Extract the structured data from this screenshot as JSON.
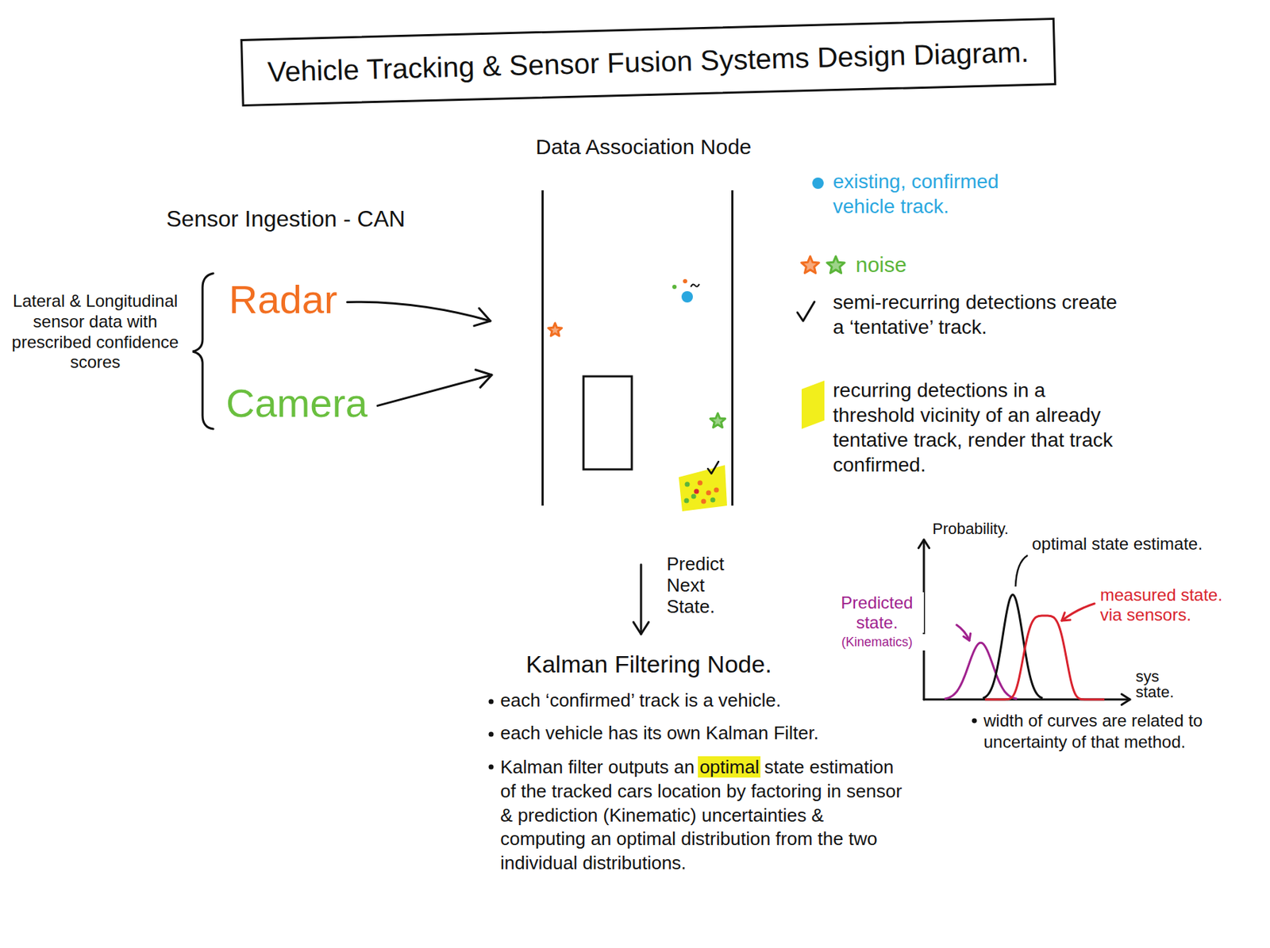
{
  "diagram": {
    "title": "Vehicle Tracking & Sensor Fusion Systems Design Diagram.",
    "nodes": [
      {
        "text": [
          "Data Association Node"
        ]
      }
    ],
    "labels": [
      "Sensor Ingestion - CAN",
      "Lateral & Longitudinal sensor data with prescribed confidence scores",
      "Radar",
      "Camera",
      "Predict Next State.",
      "Kalman Filtering Node.",
      "each ‘confirmed’ track is a vehicle.",
      "each vehicle has its own Kalman Filter.",
      "Kalman filter outputs an optimal state estimation of the tracked cars location by factoring in sensor & prediction (Kinematic) uncertainties & computing an optimal distribution from the two individual distributions.",
      "Probability.",
      "optimal state estimate.",
      "Predicted state.",
      "(Kinematics)",
      "measured state. via sensors.",
      "sys state.",
      "width of curves are related to uncertainty of that method."
    ],
    "legend": [
      {
        "text": "existing, confirmed vehicle track.",
        "color": "#2aa7df"
      },
      {
        "text": "noise"
      },
      {
        "text": "semi-recurring detections create a ‘tentative’ track."
      },
      {
        "text": "recurring detections in a threshold vicinity of an already tentative track, render that track confirmed.",
        "color": "#f2ee1c"
      }
    ]
  }
}
